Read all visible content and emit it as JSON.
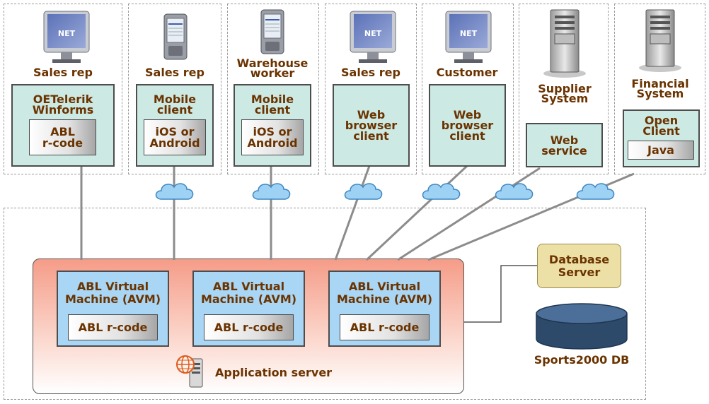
{
  "clients": [
    {
      "caption": "Sales rep",
      "device": "monitor-icon",
      "box": "OETelerik\nWinforms",
      "inner": "ABL\nr-code"
    },
    {
      "caption": "Sales rep",
      "device": "handheld-icon",
      "box": "Mobile\nclient",
      "inner": "iOS or\nAndroid"
    },
    {
      "caption": "Warehouse\nworker",
      "device": "handheld-icon",
      "box": "Mobile\nclient",
      "inner": "iOS or\nAndroid"
    },
    {
      "caption": "Sales rep",
      "device": "monitor-icon",
      "box": "Web\nbrowser\nclient"
    },
    {
      "caption": "Customer",
      "device": "monitor-icon",
      "box": "Web\nbrowser\nclient"
    },
    {
      "caption": "Supplier\nSystem",
      "device": "server-tower-icon",
      "box": "Web\nservice"
    },
    {
      "caption": "Financial\nSystem",
      "device": "server-tower-icon",
      "box": "Open\nClient",
      "inner": "Java"
    }
  ],
  "appserver": {
    "label": "Application server",
    "avms": [
      {
        "label": "ABL Virtual\nMachine (AVM)",
        "inner": "ABL r-code"
      },
      {
        "label": "ABL Virtual\nMachine (AVM)",
        "inner": "ABL r-code"
      },
      {
        "label": "ABL Virtual\nMachine (AVM)",
        "inner": "ABL r-code"
      }
    ]
  },
  "database_server": {
    "label": "Database\nServer"
  },
  "database": {
    "label": "Sports2000 DB"
  },
  "colors": {
    "text": "#6a3300",
    "client_box": "#cde9e3",
    "avm_box": "#a9d6f4",
    "appserver_top": "#f59c88",
    "db_server": "#ede0a6",
    "db_cylinder": "#2d4a6b",
    "cloud": "#9ed2f5"
  }
}
